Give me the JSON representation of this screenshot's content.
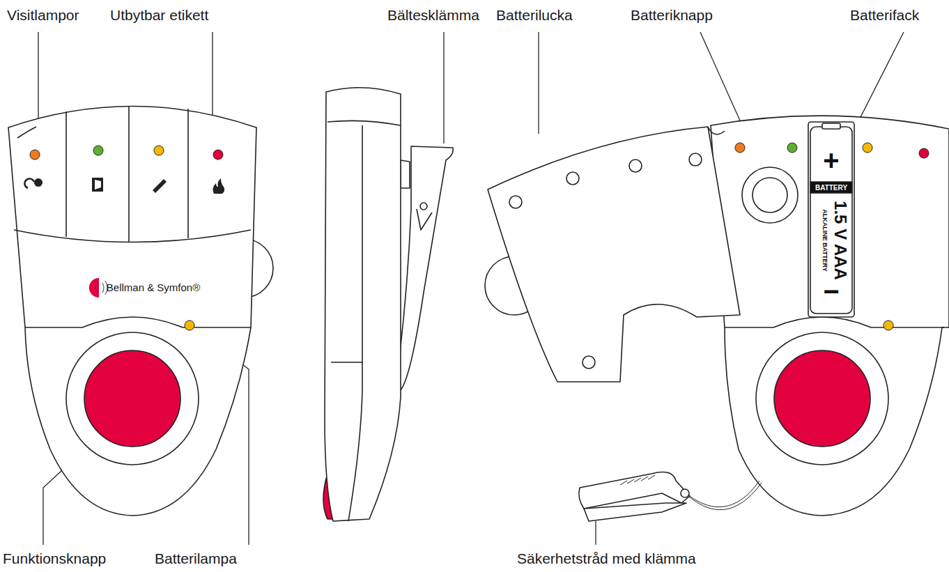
{
  "diagram": {
    "labels": [
      "Visitlampor",
      "Utbytbar etikett",
      "Bältesklämma",
      "Batterilucka",
      "Batteriknapp",
      "Batterifack",
      "Bellman & Symfon®",
      "+",
      "BATTERY",
      "1.5 V AAA",
      "ALKALINE BATTERY",
      "−",
      "Funktionsknapp",
      "Batterilampa",
      "Säkerhetstråd med klämma"
    ]
  }
}
